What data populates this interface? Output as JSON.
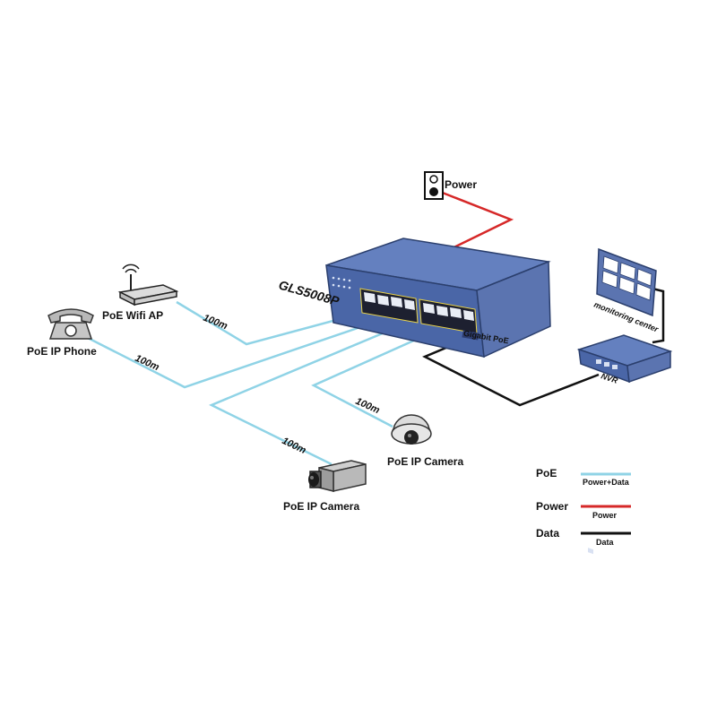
{
  "switch": {
    "model": "GLS5008P",
    "brand": "Gigabit PoE"
  },
  "devices": {
    "power_outlet": "Power",
    "wifi_ap": "PoE Wifi AP",
    "ip_phone": "PoE IP Phone",
    "dome_camera": "PoE IP Camera",
    "box_camera": "PoE IP Camera",
    "monitor": "monitoring center",
    "nvr": "NVR"
  },
  "distances": {
    "wifi_ap": "100m",
    "ip_phone": "100m",
    "dome_camera": "100m",
    "box_camera": "100m"
  },
  "legend": {
    "items": [
      {
        "name": "PoE",
        "sub": "Power+Data",
        "color": "#8fd3e6"
      },
      {
        "name": "Power",
        "sub": "Power",
        "color": "#d62828"
      },
      {
        "name": "Data",
        "sub": "Data",
        "color": "#111111"
      }
    ]
  },
  "colors": {
    "poe_line": "#8fd3e6",
    "power_line": "#d62828",
    "data_line": "#111111",
    "device_blue": "#5b74b0",
    "device_blue_dark": "#3e5590"
  }
}
